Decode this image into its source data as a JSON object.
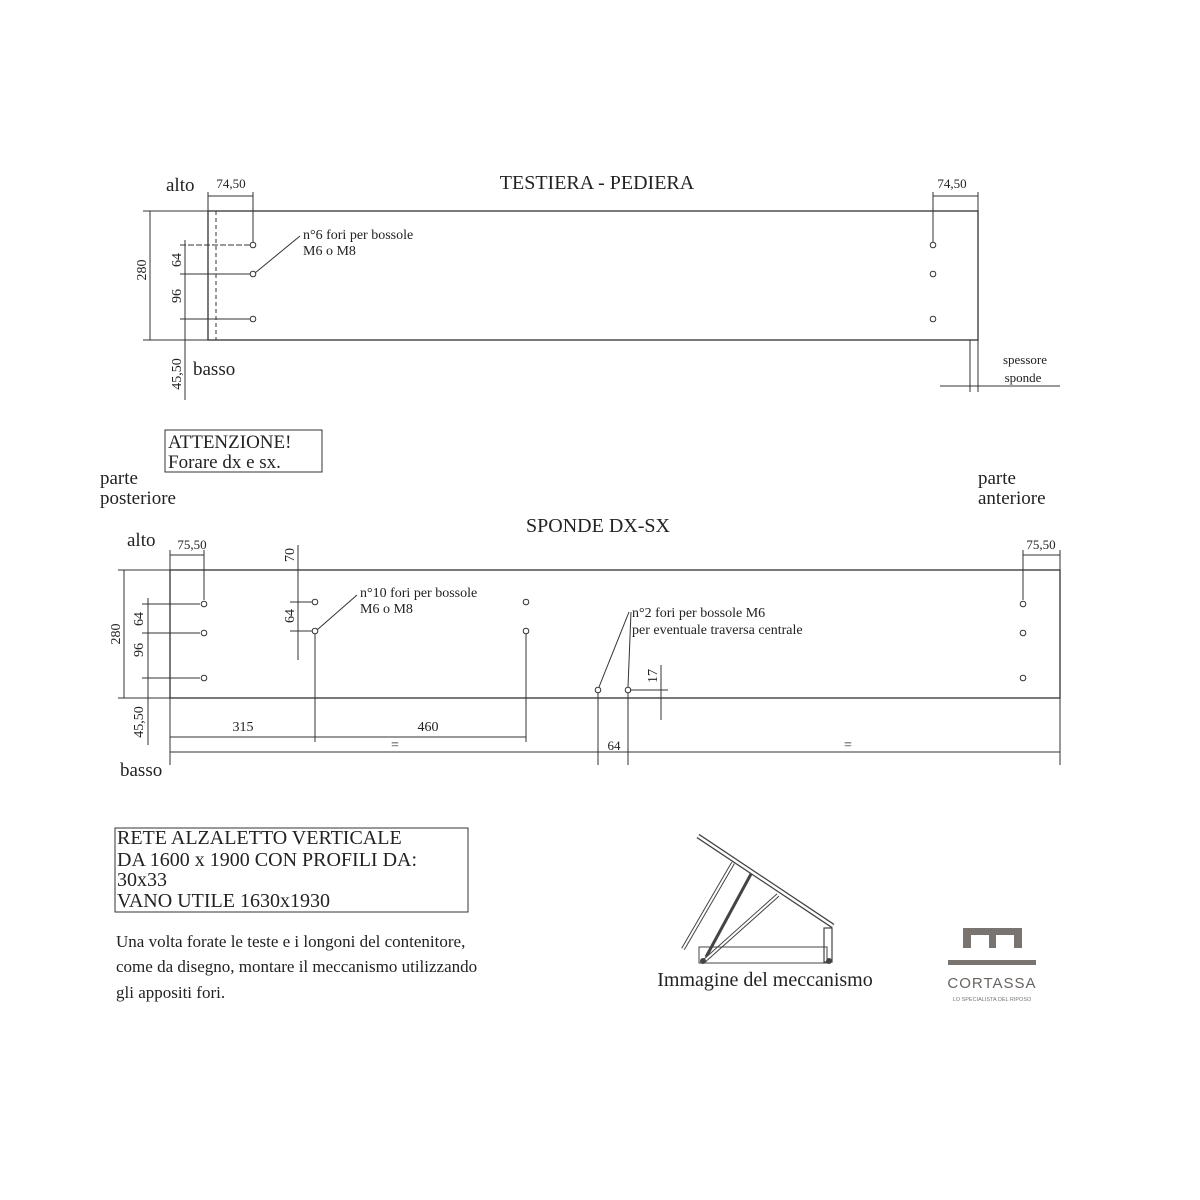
{
  "testiera": {
    "title": "TESTIERA - PEDIERA",
    "alto": "alto",
    "basso": "basso",
    "dim_left_offset": "74,50",
    "dim_right_offset": "74,50",
    "dim_height": "280",
    "dim_64": "64",
    "dim_96": "96",
    "dim_bottom": "45,50",
    "note_line1": "n°6 fori per bossole",
    "note_line2": "M6 o M8",
    "spessore_line1": "spessore",
    "spessore_line2": "sponde"
  },
  "attenzione": {
    "line1": "ATTENZIONE!",
    "line2": "Forare dx e sx."
  },
  "sides": {
    "left_line1": "parte",
    "left_line2": "posteriore",
    "right_line1": "parte",
    "right_line2": "anteriore"
  },
  "sponde": {
    "title": "SPONDE DX-SX",
    "alto": "alto",
    "basso": "basso",
    "dim_left_offset": "75,50",
    "dim_right_offset": "75,50",
    "dim_height": "280",
    "dim_64": "64",
    "dim_96": "96",
    "dim_bottom": "45,50",
    "dim_70": "70",
    "dim_64b": "64",
    "note_line1": "n°10 fori per bossole",
    "note_line2": "M6 o M8",
    "note2_line1": "n°2 fori per bossole M6",
    "note2_line2": "per eventuale traversa centrale",
    "dim_17": "17",
    "dim_315": "315",
    "dim_460": "460",
    "dim_eq_left": "=",
    "dim_64c": "64",
    "dim_eq_right": "="
  },
  "rete_box": {
    "line1": "RETE ALZALETTO VERTICALE",
    "line2": "DA 1600 x 1900 CON PROFILI DA:",
    "line3": "30x33",
    "line4": "VANO UTILE  1630x1930"
  },
  "instructions": {
    "line1": "Una volta forate le teste e i longoni del contenitore,",
    "line2": "come da disegno, montare il meccanismo utilizzando",
    "line3": "gli appositi fori."
  },
  "mechanism_caption": "Immagine del meccanismo",
  "logo": {
    "name": "CORTASSA",
    "tagline": "LO SPECIALISTA DEL RIPOSO",
    "color": "#7a7470"
  }
}
